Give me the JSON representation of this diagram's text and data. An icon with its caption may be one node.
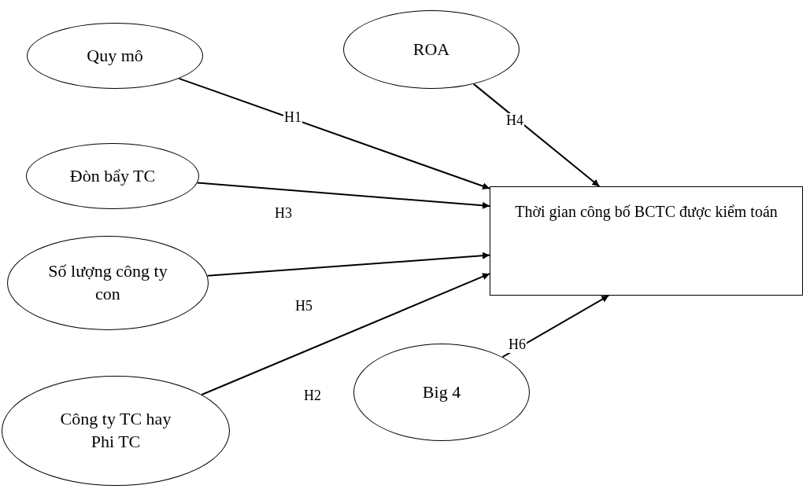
{
  "diagram": {
    "nodes": [
      {
        "text": [
          "Quy mô"
        ]
      },
      {
        "text": [
          "ROA"
        ]
      },
      {
        "text": [
          "Đòn bẩy TC"
        ]
      },
      {
        "text": [
          "Thời gian công bố BCTC được kiểm toán"
        ]
      },
      {
        "text": [
          "Số lượng công ty con"
        ]
      },
      {
        "text": [
          "Công ty TC hay Phi TC"
        ]
      },
      {
        "text": [
          "Big 4"
        ]
      }
    ],
    "edges": [
      {
        "from": 0,
        "to": 3,
        "arrow": "to",
        "label": "H1"
      },
      {
        "from": 1,
        "to": 3,
        "arrow": "to",
        "label": "H4"
      },
      {
        "from": 2,
        "to": 3,
        "arrow": "to",
        "label": "H3"
      },
      {
        "from": 4,
        "to": 3,
        "arrow": "to",
        "label": "H5"
      },
      {
        "from": 5,
        "to": 3,
        "arrow": "to",
        "label": "H2"
      },
      {
        "from": 6,
        "to": 3,
        "arrow": "to",
        "label": "H6"
      }
    ]
  }
}
